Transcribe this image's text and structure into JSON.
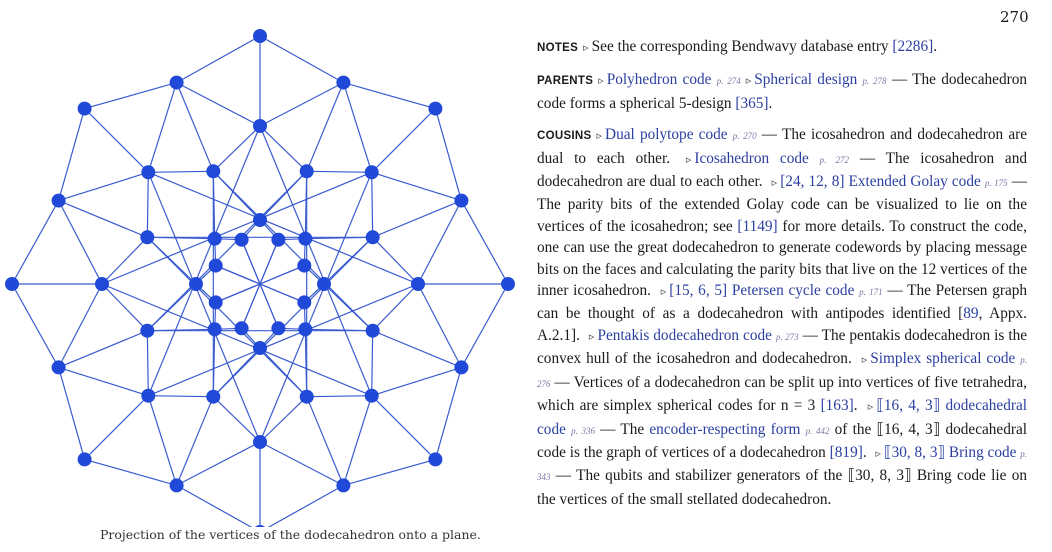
{
  "page_number": "270",
  "figure": {
    "caption": "Projection of the vertices of the dodecahedron onto a plane.",
    "line_color": "#3a5bd0",
    "node_color": "#1f49d6"
  },
  "notes": {
    "heading": "NOTES",
    "text_before": "See the corresponding Bendwavy database entry ",
    "cite": "[2286]",
    "text_after": "."
  },
  "parents": {
    "heading": "PARENTS",
    "link1": "Polyhedron code",
    "ref1": "p. 274",
    "link2": "Spherical design",
    "ref2": "p. 278",
    "text1": " — The dodecahedron code forms a spherical 5-design ",
    "cite1": "[365]",
    "text2": "."
  },
  "cousins": {
    "heading": "COUSINS",
    "items": [
      {
        "link": "Dual polytope code",
        "ref": "p. 270",
        "text": " — The icosahedron and dodecahedron are dual to each other."
      },
      {
        "link": "Icosahedron code",
        "ref": "p. 272",
        "text": " — The icosahedron and dodecahedron are dual to each other."
      },
      {
        "link": "[24, 12, 8] Extended Golay code",
        "ref": "p. 175",
        "text": " — The parity bits of the extended Golay code can be visualized to lie on the vertices of the icosahedron; see ",
        "cite": "[1149]",
        "text2": " for more details. To construct the code, one can use the great dodecahedron to generate codewords by placing message bits on the faces and calculating the parity bits that live on the 12 vertices of the inner icosahedron."
      },
      {
        "link": "[15, 6, 5] Petersen cycle code",
        "ref": "p. 171",
        "text": " — The Petersen graph can be thought of as a dodecahedron with antipodes identified [",
        "cite": "89",
        "text2": ", Appx. A.2.1]."
      },
      {
        "link": "Pentakis dodecahedron code",
        "ref": "p. 273",
        "text": " — The pentakis dodecahedron is the convex hull of the icosahedron and dodecahedron."
      },
      {
        "link": "Simplex spherical code",
        "ref": "p. 276",
        "text": " — Vertices of a dodecahedron can be split up into vertices of five tetrahedra, which are simplex spherical codes for n = 3 ",
        "cite": "[163]",
        "text2": "."
      },
      {
        "link": "⟦16, 4, 3⟧ dodecahedral code",
        "ref": "p. 336",
        "text": " — The ",
        "link2": "encoder-respecting form",
        "ref2": "p. 442",
        "text2": " of the ⟦16, 4, 3⟧ dodecahedral code is the graph of vertices of a dodecahedron ",
        "cite": "[819]",
        "text3": "."
      },
      {
        "link": "⟦30, 8, 3⟧ Bring code",
        "ref": "p. 343",
        "text": " — The qubits and stabilizer generators of the ⟦30, 8, 3⟧ Bring code lie on the vertices of the small stellated dodecahedron."
      }
    ]
  }
}
